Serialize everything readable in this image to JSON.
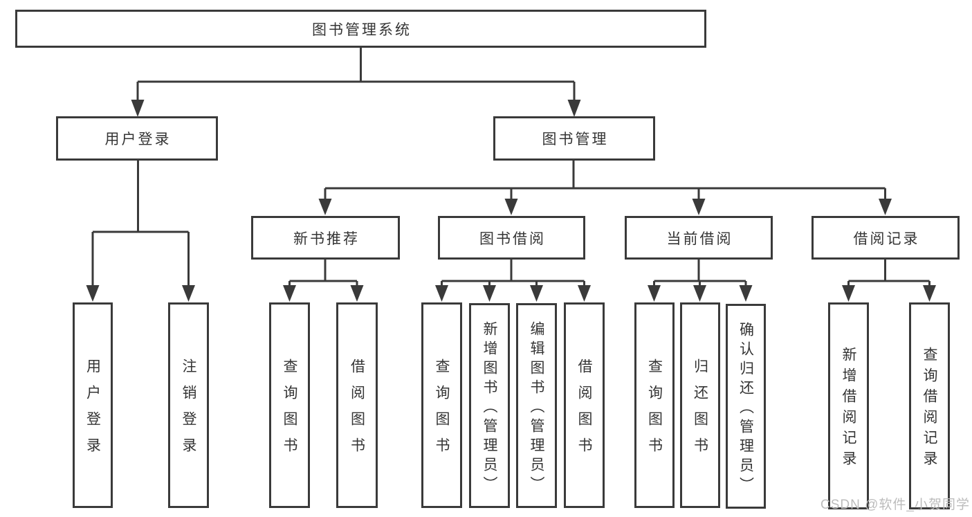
{
  "diagram": {
    "title": "图书管理系统",
    "watermark": "CSDN @软件_小贺同学",
    "colors": {
      "line": "#3a3a3a",
      "text": "#343434",
      "watermark": "#bcbcbc",
      "background": "#ffffff"
    },
    "tree": {
      "label": "图书管理系统",
      "children": [
        {
          "label": "用户登录",
          "children": [
            {
              "label": "用户登录"
            },
            {
              "label": "注销登录"
            }
          ]
        },
        {
          "label": "图书管理",
          "children": [
            {
              "label": "新书推荐",
              "children": [
                {
                  "label": "查询图书"
                },
                {
                  "label": "借阅图书"
                }
              ]
            },
            {
              "label": "图书借阅",
              "children": [
                {
                  "label": "查询图书"
                },
                {
                  "label": "新增图书（管理员）"
                },
                {
                  "label": "编辑图书（管理员）"
                },
                {
                  "label": "借阅图书"
                }
              ]
            },
            {
              "label": "当前借阅",
              "children": [
                {
                  "label": "查询图书"
                },
                {
                  "label": "归还图书"
                },
                {
                  "label": "确认归还（管理员）"
                }
              ]
            },
            {
              "label": "借阅记录",
              "children": [
                {
                  "label": "新增借阅记录"
                },
                {
                  "label": "查询借阅记录"
                }
              ]
            }
          ]
        }
      ]
    }
  }
}
